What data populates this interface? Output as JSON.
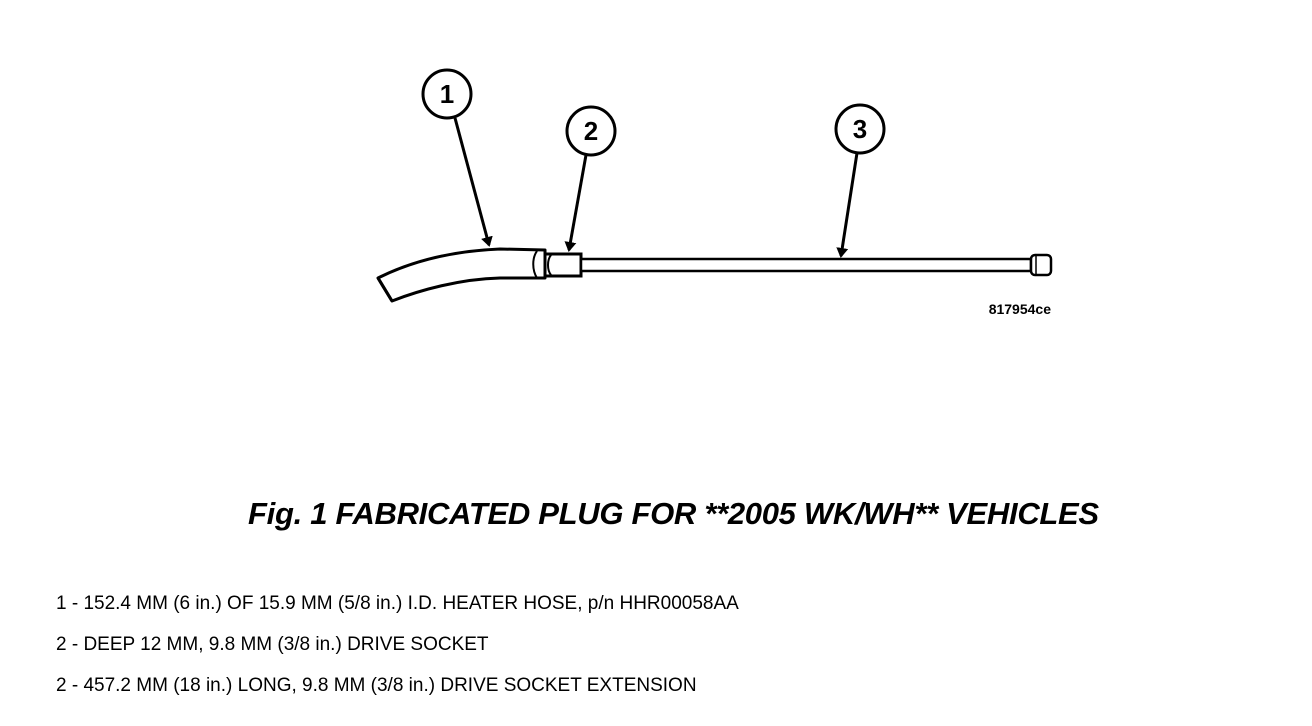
{
  "figure": {
    "callouts": [
      "1",
      "2",
      "3"
    ],
    "reference_code": "817954ce",
    "caption": "Fig. 1 FABRICATED PLUG FOR **2005 WK/WH** VEHICLES"
  },
  "legend": [
    "1 - 152.4 MM (6 in.) OF 15.9 MM (5/8 in.) I.D. HEATER HOSE, p/n HHR00058AA",
    "2 - DEEP 12 MM, 9.8 MM (3/8 in.) DRIVE SOCKET",
    "2 - 457.2 MM (18 in.) LONG, 9.8 MM (3/8 in.) DRIVE SOCKET EXTENSION"
  ]
}
